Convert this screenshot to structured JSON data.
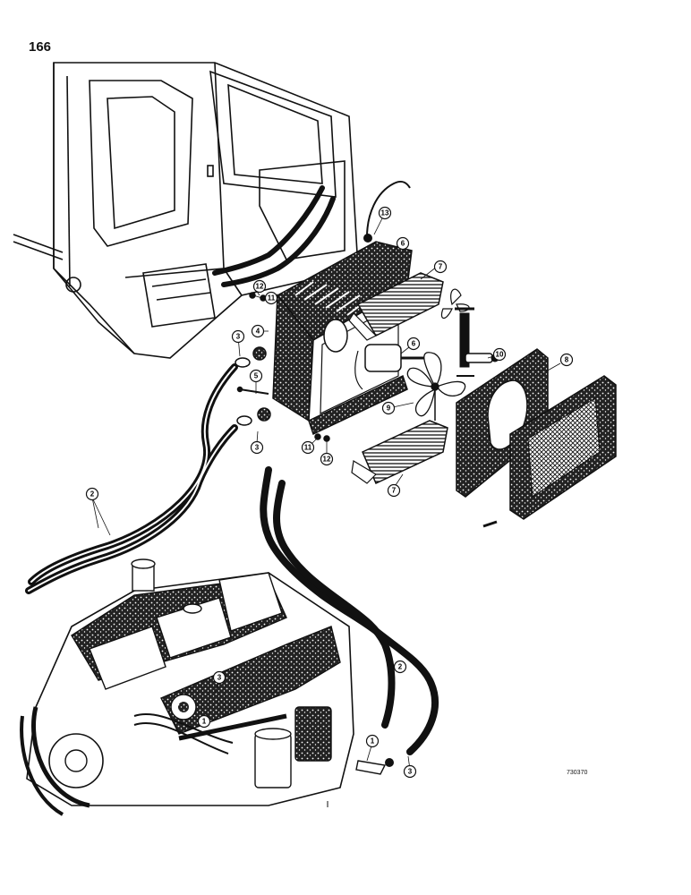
{
  "page": {
    "number": "166",
    "drawing_id": "730370"
  },
  "callouts": [
    {
      "id": "c13",
      "label": "13"
    },
    {
      "id": "c6a",
      "label": "6"
    },
    {
      "id": "c7a",
      "label": "7"
    },
    {
      "id": "c12a",
      "label": "12"
    },
    {
      "id": "c11a",
      "label": "11"
    },
    {
      "id": "c4",
      "label": "4"
    },
    {
      "id": "c3a",
      "label": "3"
    },
    {
      "id": "c5",
      "label": "5"
    },
    {
      "id": "c6b",
      "label": "6"
    },
    {
      "id": "c10",
      "label": "10"
    },
    {
      "id": "c8",
      "label": "8"
    },
    {
      "id": "c9",
      "label": "9"
    },
    {
      "id": "c3b",
      "label": "3"
    },
    {
      "id": "c11b",
      "label": "11"
    },
    {
      "id": "c12b",
      "label": "12"
    },
    {
      "id": "c7b",
      "label": "7"
    },
    {
      "id": "c2a",
      "label": "2"
    },
    {
      "id": "c2b",
      "label": "2"
    },
    {
      "id": "c3c",
      "label": "3"
    },
    {
      "id": "c1a",
      "label": "1"
    },
    {
      "id": "c1b",
      "label": "1"
    },
    {
      "id": "c3d",
      "label": "3"
    }
  ]
}
